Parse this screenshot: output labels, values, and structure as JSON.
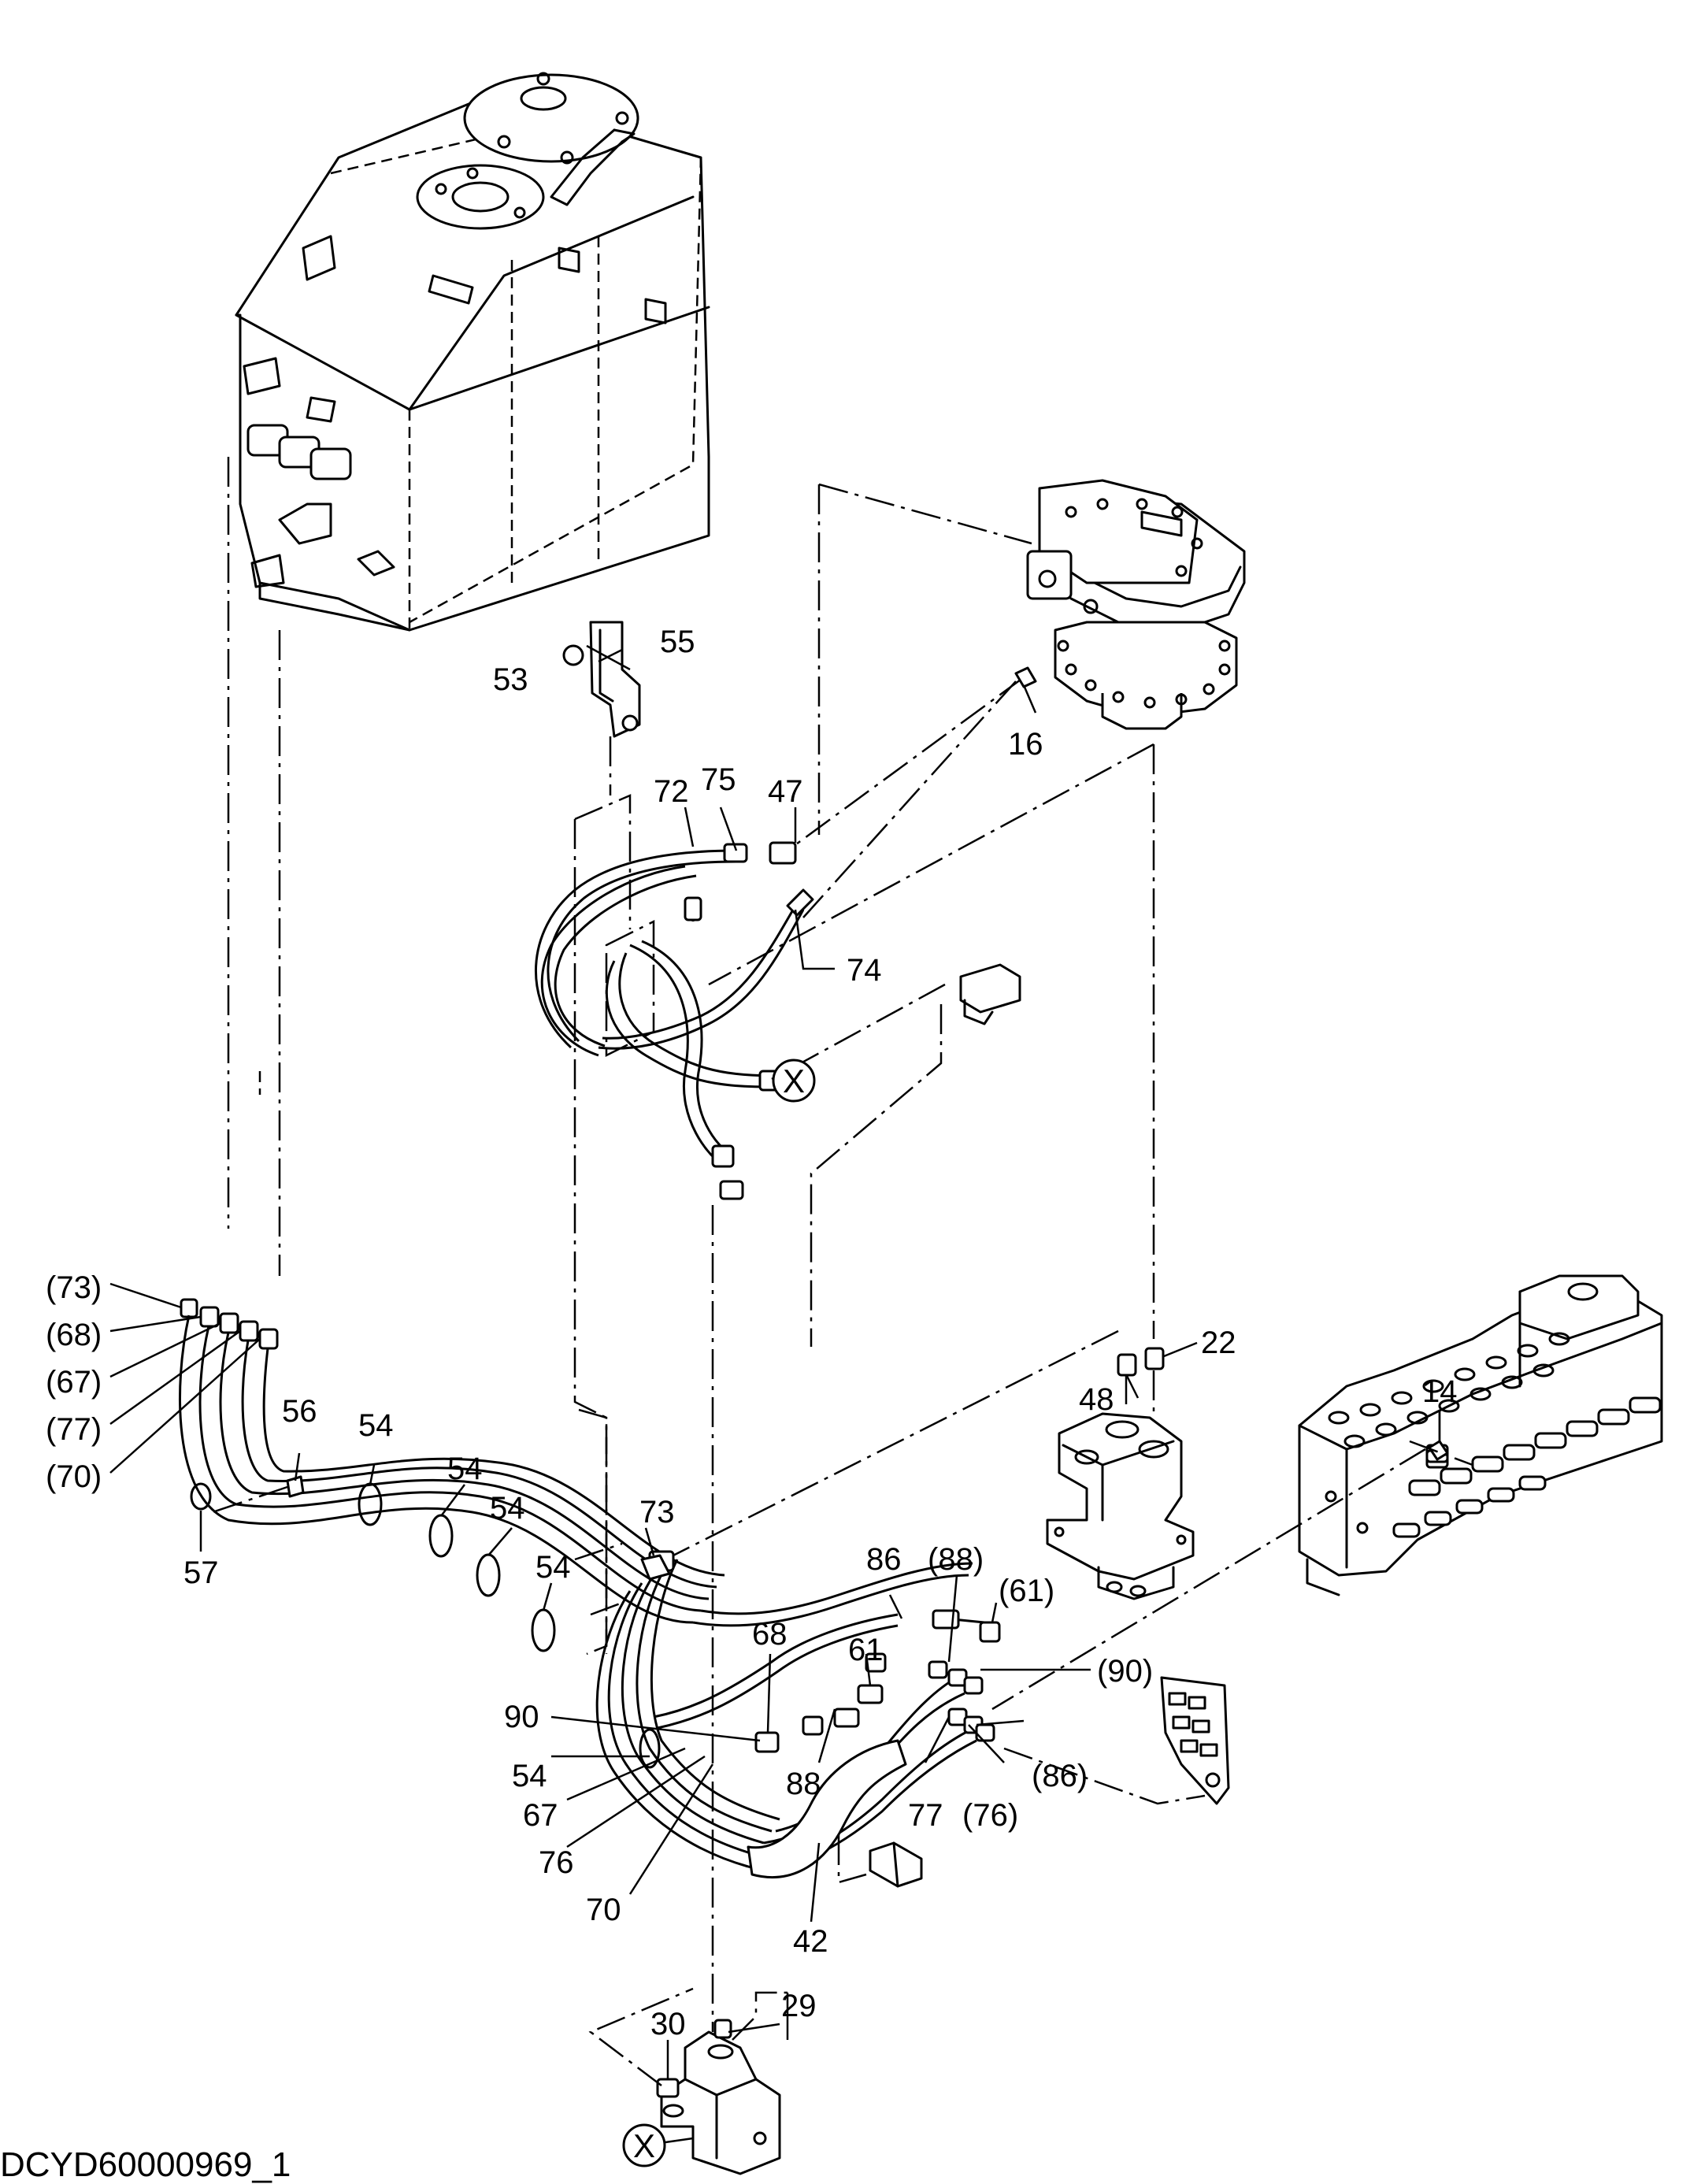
{
  "document_code": "DCYD60000969_1",
  "connection_marker": "X",
  "callouts": {
    "c14": "14",
    "c16": "16",
    "c22": "22",
    "c29": "29",
    "c30": "30",
    "c42": "42",
    "c47": "47",
    "c48": "48",
    "c53": "53",
    "c54a": "54",
    "c54b": "54",
    "c54c": "54",
    "c54d": "54",
    "c54e": "54",
    "c55": "55",
    "c56": "56",
    "c57": "57",
    "c61": "61",
    "c61p": "(61)",
    "c67": "67",
    "c67p": "(67)",
    "c68": "68",
    "c68p": "(68)",
    "c70": "70",
    "c70p": "(70)",
    "c72": "72",
    "c73": "73",
    "c73p": "(73)",
    "c74": "74",
    "c75": "75",
    "c76": "76",
    "c76p": "(76)",
    "c77": "77",
    "c77p": "(77)",
    "c86": "86",
    "c86p": "(86)",
    "c88": "88",
    "c88p": "(88)",
    "c90": "90",
    "c90p": "(90)"
  }
}
